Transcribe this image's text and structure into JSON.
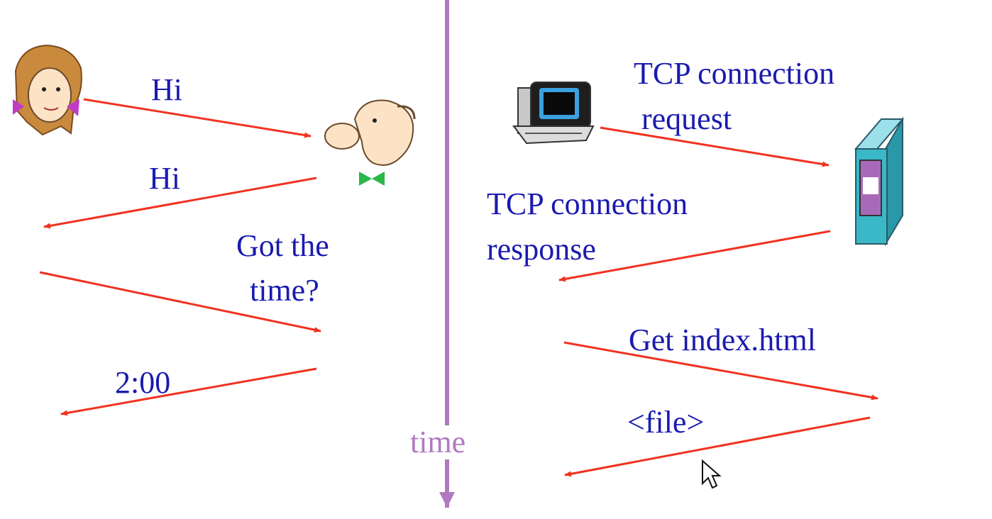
{
  "human_protocol": {
    "messages": [
      {
        "text": "Hi"
      },
      {
        "text": "Hi"
      },
      {
        "text": "Got the"
      },
      {
        "text": "time?"
      },
      {
        "text": "2:00"
      }
    ]
  },
  "network_protocol": {
    "messages": [
      {
        "text": "TCP connection"
      },
      {
        "text": "request"
      },
      {
        "text": "TCP connection"
      },
      {
        "text": "response"
      },
      {
        "text": "Get index.html"
      },
      {
        "text": "<file>"
      }
    ]
  },
  "timeline": {
    "label": "time"
  },
  "colors": {
    "arrow": "#f03220",
    "text": "#1a1ab0",
    "timeline": "#b07ac0",
    "server": "#3ab8c8",
    "server_panel": "#a86ab8"
  },
  "icons": {
    "left_person": "girl-icon",
    "right_person": "man-icon",
    "client": "computer-icon",
    "server": "server-icon",
    "cursor": "mouse-cursor-icon"
  }
}
